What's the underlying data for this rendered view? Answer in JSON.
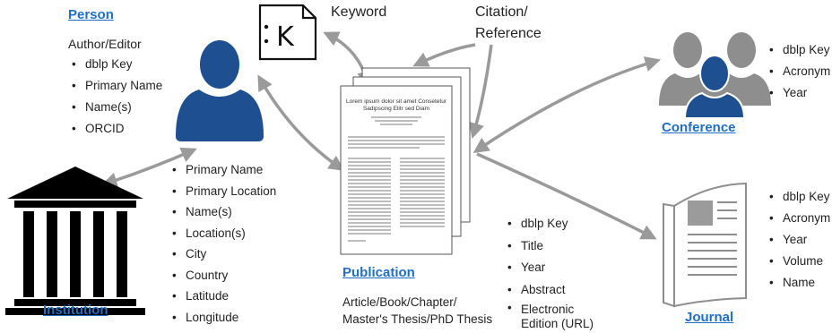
{
  "person": {
    "title": "Person",
    "subtitle": "Author/Editor",
    "attributes": [
      "dblp Key",
      "Primary Name",
      "Name(s)",
      "ORCID"
    ]
  },
  "institution": {
    "title": "Institution",
    "attributes": [
      "Primary Name",
      "Primary Location",
      "Name(s)",
      "Location(s)",
      "City",
      "Country",
      "Latitude",
      "Longitude"
    ]
  },
  "keyword": {
    "label": "Keyword",
    "icon_letter": "K"
  },
  "citation": {
    "line1": "Citation/",
    "line2": "Reference"
  },
  "publication": {
    "title": "Publication",
    "types_line1": "Article/Book/Chapter/",
    "types_line2": "Master's Thesis/PhD Thesis",
    "attributes": [
      "dblp Key",
      "Title",
      "Year",
      "Abstract"
    ],
    "attr_electronic_1": "Electronic",
    "attr_electronic_2": "Edition (URL)",
    "paper_heading_1": "Lorem ipsum dolor sit amet Consetetur",
    "paper_heading_2": "Sadipscing Elitr sed Diam"
  },
  "conference": {
    "title": "Conference",
    "attributes": [
      "dblp Key",
      "Acronym",
      "Year"
    ]
  },
  "journal": {
    "title": "Journal",
    "attributes": [
      "dblp Key",
      "Acronym",
      "Year",
      "Volume",
      "Name"
    ]
  },
  "colors": {
    "person_blue": "#1d4f91",
    "conference_gray": "#8e8e8e",
    "link_blue": "#1f6fc5",
    "arrow_gray": "#9a9a9a"
  }
}
